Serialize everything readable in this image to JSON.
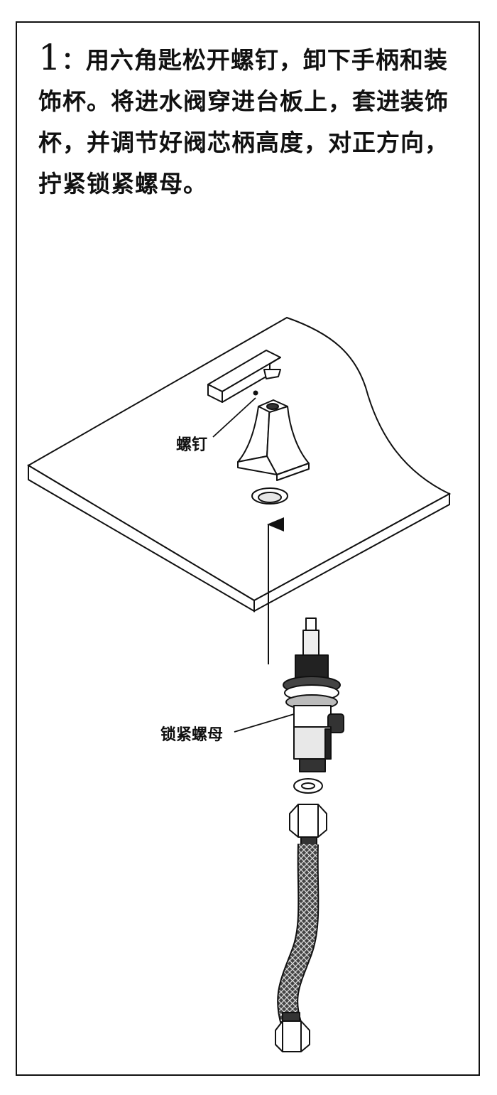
{
  "step": {
    "number": "1",
    "separator": "：",
    "text": "用六角匙松开螺钉，卸下手柄和装饰杯。将进水阀穿进台板上，套进装饰杯，并调节好阀芯柄高度，对正方向，拧紧锁紧螺母。"
  },
  "labels": {
    "screw": "螺钉",
    "lock_nut": "锁紧螺母"
  },
  "colors": {
    "line": "#111111",
    "background": "#ffffff"
  }
}
